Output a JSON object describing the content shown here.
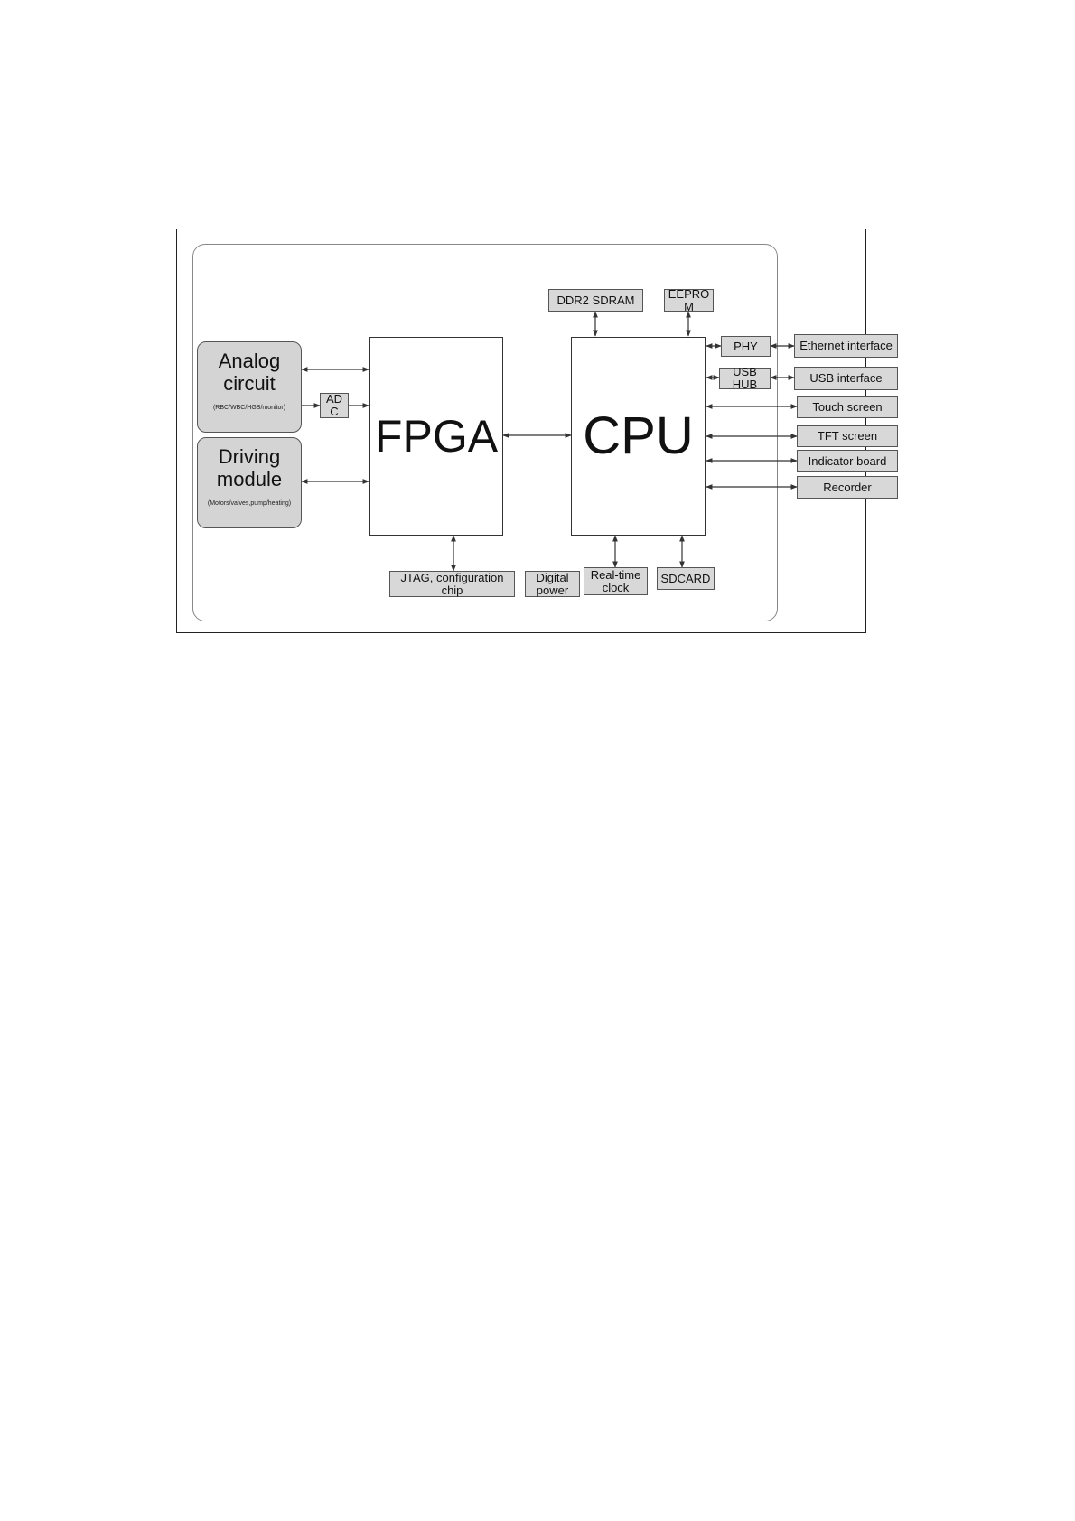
{
  "modules": {
    "analog": {
      "title": "Analog circuit",
      "sub": "(RBC/WBC/HGB/monitor)"
    },
    "driving": {
      "title": "Driving module",
      "sub": "(Motors/valves,pump/heating)"
    }
  },
  "blocks": {
    "fpga": "FPGA",
    "cpu": "CPU",
    "adc": "AD C",
    "ddr2": "DDR2 SDRAM",
    "eeprom": "EEPRO M",
    "phy": "PHY",
    "usbhub": "USB HUB",
    "jtag": "JTAG, configuration chip",
    "digital_power": "Digital power",
    "rtc": "Real-time clock",
    "sdcard": "SDCARD"
  },
  "peripherals": {
    "ethernet": "Ethernet interface",
    "usb": "USB interface",
    "touch": "Touch screen",
    "tft": "TFT screen",
    "indicator": "Indicator board",
    "recorder": "Recorder"
  }
}
